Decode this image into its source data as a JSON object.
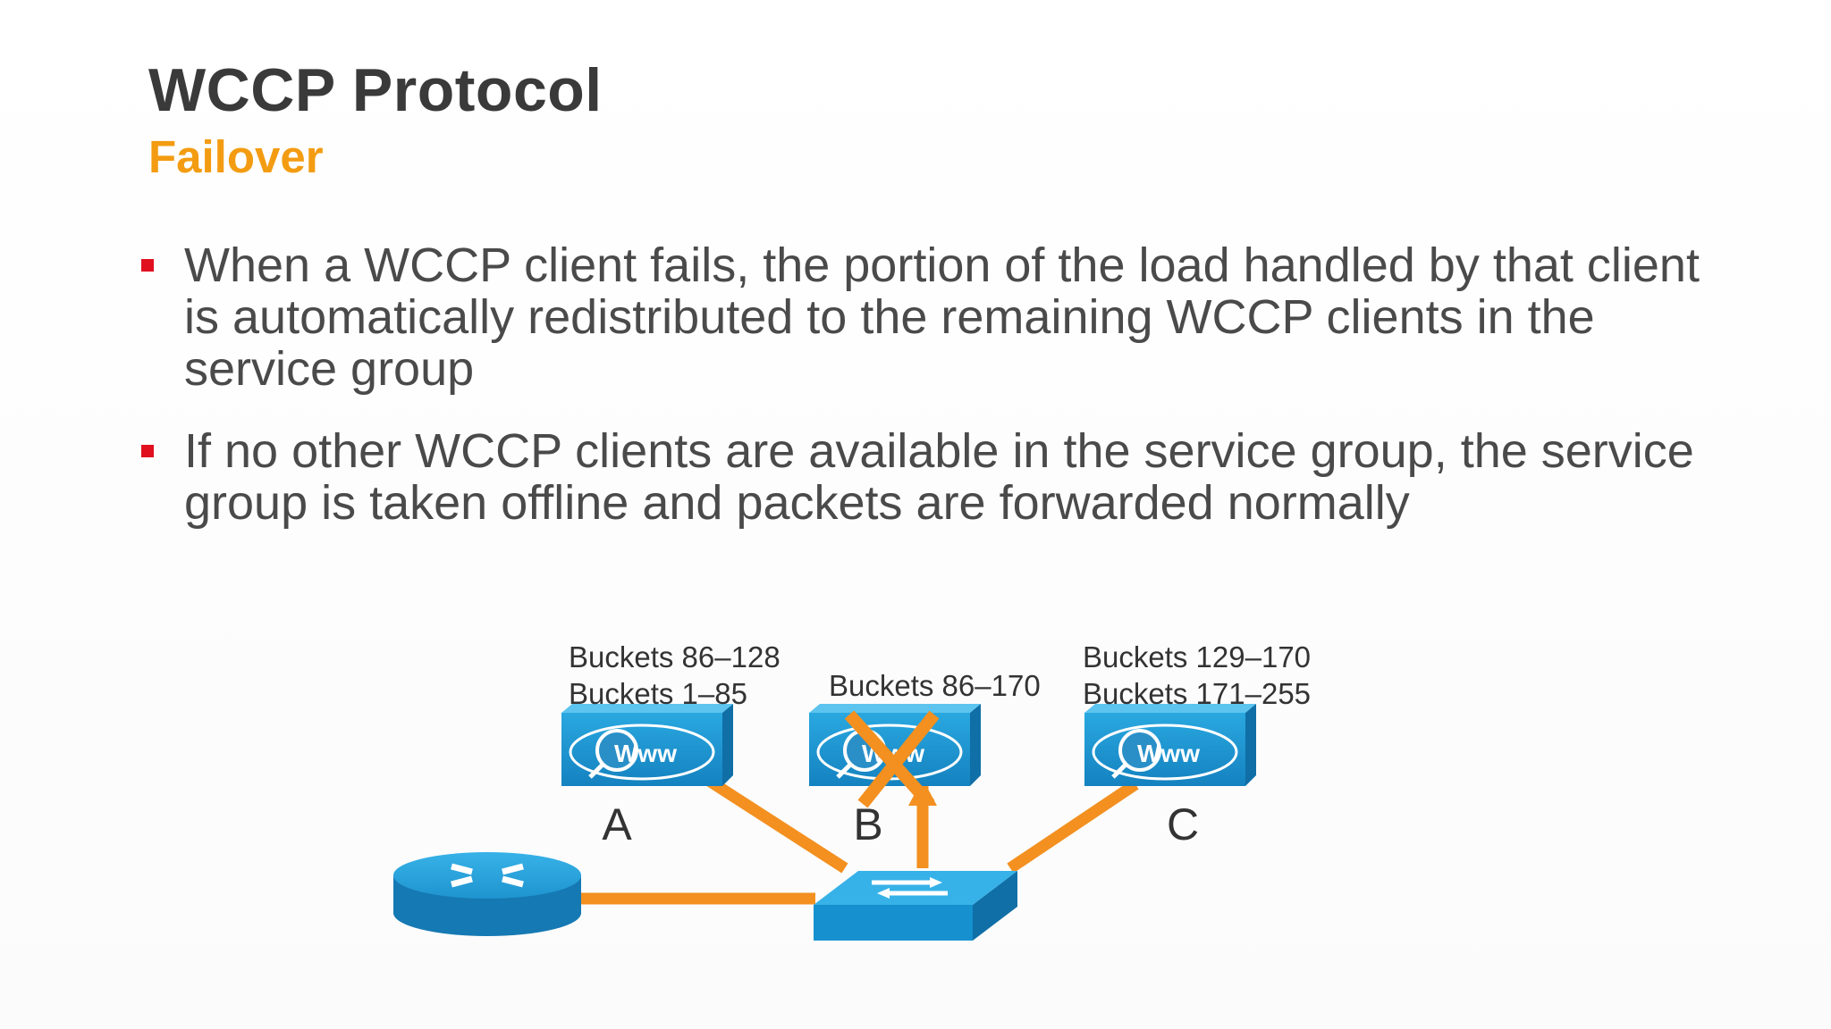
{
  "title": "WCCP Protocol",
  "subtitle": "Failover",
  "bullets": [
    "When a WCCP client fails, the portion of the load handled by that client is automatically redistributed to the remaining WCCP clients in the service group",
    "If no other WCCP clients are available in the service group, the service group is taken offline and packets are forwarded normally"
  ],
  "diagram": {
    "clients": [
      {
        "label": "A",
        "bucket_current": "Buckets 86–128",
        "bucket_original": "Buckets 1–85",
        "icon_text": "Www",
        "status": "active"
      },
      {
        "label": "B",
        "bucket_current": "Buckets 86–170",
        "icon_text": "Www",
        "status": "failed"
      },
      {
        "label": "C",
        "bucket_current": "Buckets 129–170",
        "bucket_original": "Buckets 171–255",
        "icon_text": "Www",
        "status": "active"
      }
    ],
    "link_color": "#f39020",
    "device_color": "#1e9bd7",
    "fail_mark_color": "#f39020"
  }
}
